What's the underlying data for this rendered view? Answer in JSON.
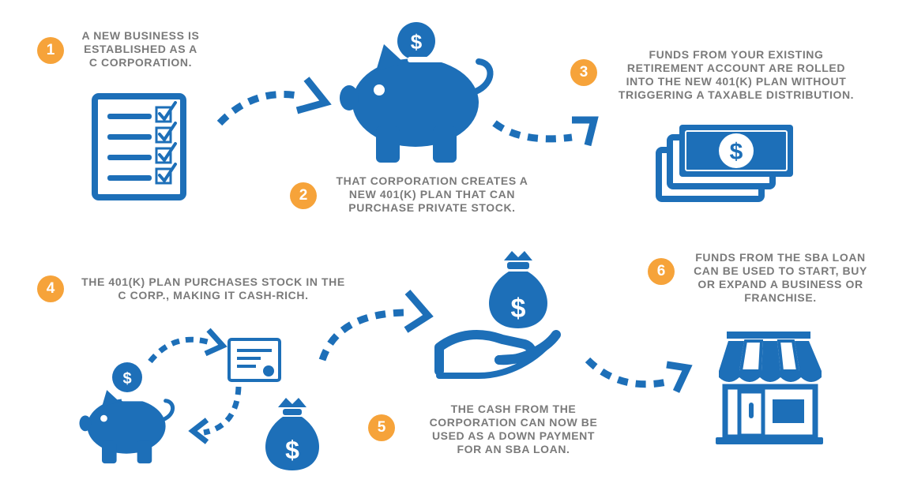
{
  "colors": {
    "primary_blue": "#1d6fb8",
    "badge_orange": "#f6a33a",
    "caption_gray": "#7a7a7a"
  },
  "steps": [
    {
      "number": "1",
      "lines": [
        "A NEW BUSINESS IS",
        "ESTABLISHED AS A",
        "C CORPORATION."
      ],
      "icon": "checklist-icon"
    },
    {
      "number": "2",
      "lines": [
        "THAT CORPORATION CREATES A",
        "NEW 401(K) PLAN THAT CAN",
        "PURCHASE PRIVATE STOCK."
      ],
      "icon": "piggy-bank-icon"
    },
    {
      "number": "3",
      "lines": [
        "FUNDS FROM YOUR EXISTING",
        "RETIREMENT ACCOUNT ARE ROLLED",
        "INTO THE NEW 401(K) PLAN WITHOUT",
        "TRIGGERING A TAXABLE DISTRIBUTION."
      ],
      "icon": "cash-stack-icon"
    },
    {
      "number": "4",
      "lines": [
        "THE 401(K) PLAN PURCHASES STOCK IN THE",
        "C CORP., MAKING IT CASH-RICH."
      ],
      "icon": "stock-exchange-icon"
    },
    {
      "number": "5",
      "lines": [
        "THE CASH FROM THE",
        "CORPORATION CAN NOW BE",
        "USED AS A DOWN PAYMENT",
        "FOR AN SBA LOAN."
      ],
      "icon": "hand-money-bag-icon"
    },
    {
      "number": "6",
      "lines": [
        "FUNDS FROM THE SBA LOAN",
        "CAN BE USED TO START, BUY",
        "OR EXPAND A BUSINESS OR",
        "FRANCHISE."
      ],
      "icon": "storefront-icon"
    }
  ],
  "symbols": {
    "dollar": "$"
  }
}
